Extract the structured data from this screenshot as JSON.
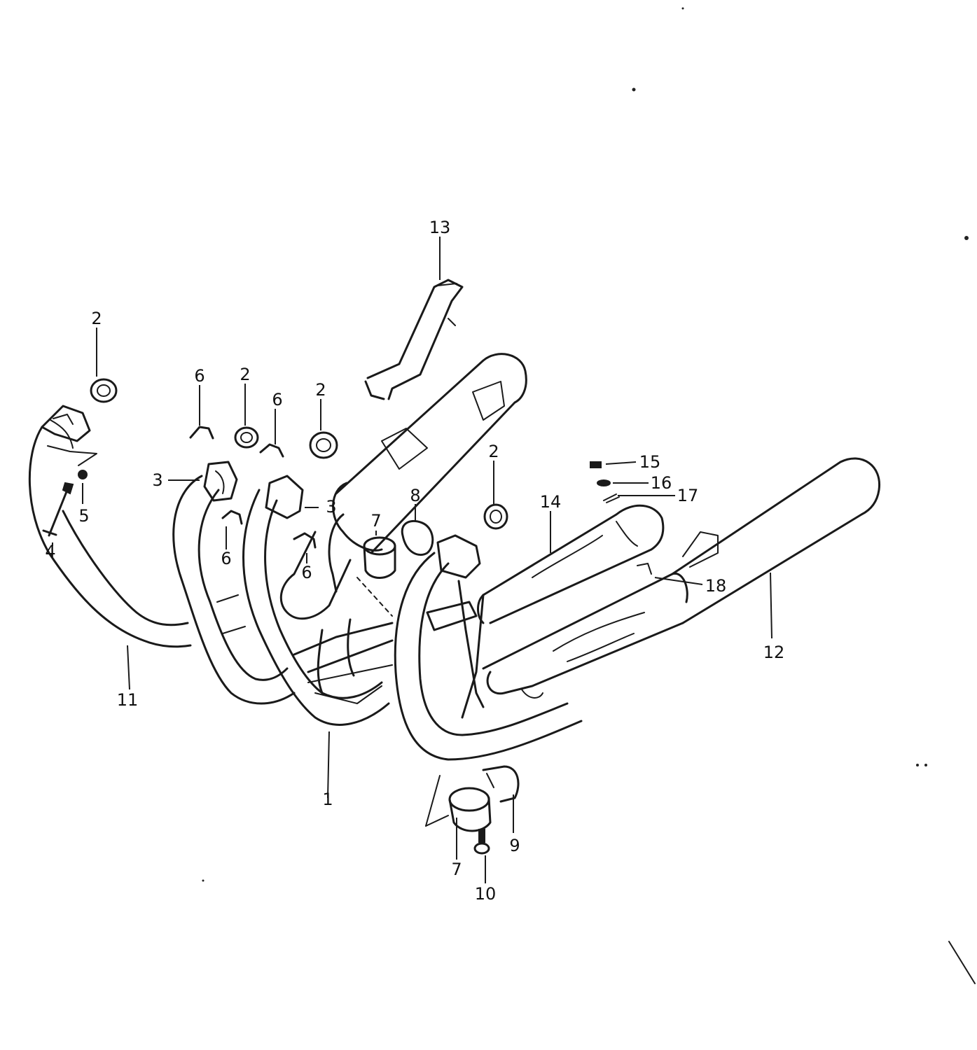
{
  "diagram": {
    "callouts": [
      {
        "id": "c-13",
        "text": "13"
      },
      {
        "id": "c-2a",
        "text": "2"
      },
      {
        "id": "c-6a",
        "text": "6"
      },
      {
        "id": "c-2b",
        "text": "2"
      },
      {
        "id": "c-6b",
        "text": "6"
      },
      {
        "id": "c-2c",
        "text": "2"
      },
      {
        "id": "c-3a",
        "text": "3"
      },
      {
        "id": "c-5",
        "text": "5"
      },
      {
        "id": "c-4",
        "text": "4"
      },
      {
        "id": "c-6c",
        "text": "6"
      },
      {
        "id": "c-3b",
        "text": "3"
      },
      {
        "id": "c-6d",
        "text": "6"
      },
      {
        "id": "c-7a",
        "text": "7"
      },
      {
        "id": "c-8",
        "text": "8"
      },
      {
        "id": "c-2d",
        "text": "2"
      },
      {
        "id": "c-14",
        "text": "14"
      },
      {
        "id": "c-15",
        "text": "15"
      },
      {
        "id": "c-16",
        "text": "16"
      },
      {
        "id": "c-17",
        "text": "17"
      },
      {
        "id": "c-18",
        "text": "18"
      },
      {
        "id": "c-12",
        "text": "12"
      },
      {
        "id": "c-11",
        "text": "11"
      },
      {
        "id": "c-1",
        "text": "1"
      },
      {
        "id": "c-9",
        "text": "9"
      },
      {
        "id": "c-7b",
        "text": "7"
      },
      {
        "id": "c-10",
        "text": "10"
      }
    ]
  }
}
